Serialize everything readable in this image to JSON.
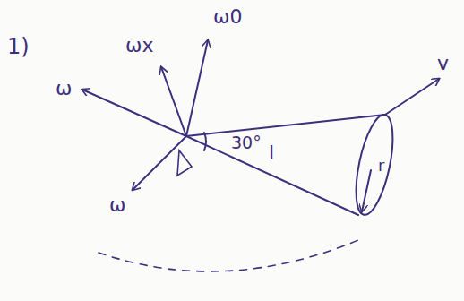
{
  "diagram": {
    "labels": [
      "1)",
      "ωx",
      "ω0",
      "ω",
      "30°",
      "l",
      "v",
      "ω",
      "r"
    ]
  }
}
